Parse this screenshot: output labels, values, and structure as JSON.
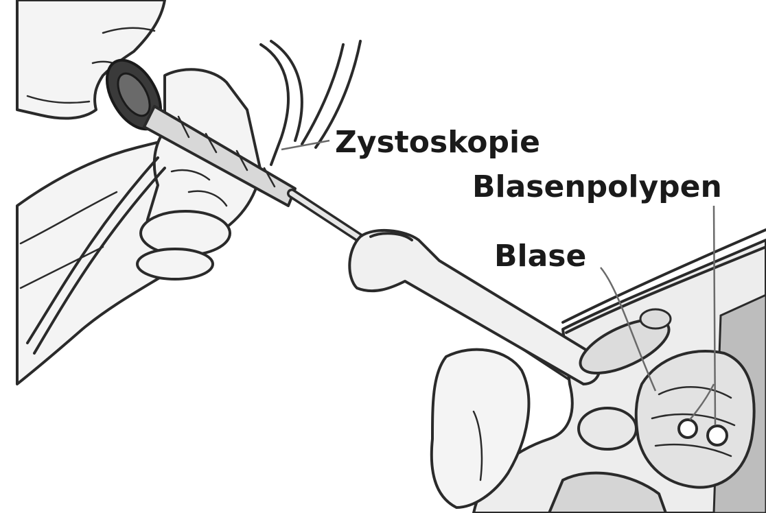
{
  "labels": {
    "zystoskopie": "Zystoskopie",
    "blasenpolypen": "Blasenpolypen",
    "blase": "Blase"
  },
  "colors": {
    "ink": "#2a2a2a",
    "organ_fill": "#e2e2e2",
    "body_fill": "#bdbdbd",
    "background": "#ffffff"
  }
}
